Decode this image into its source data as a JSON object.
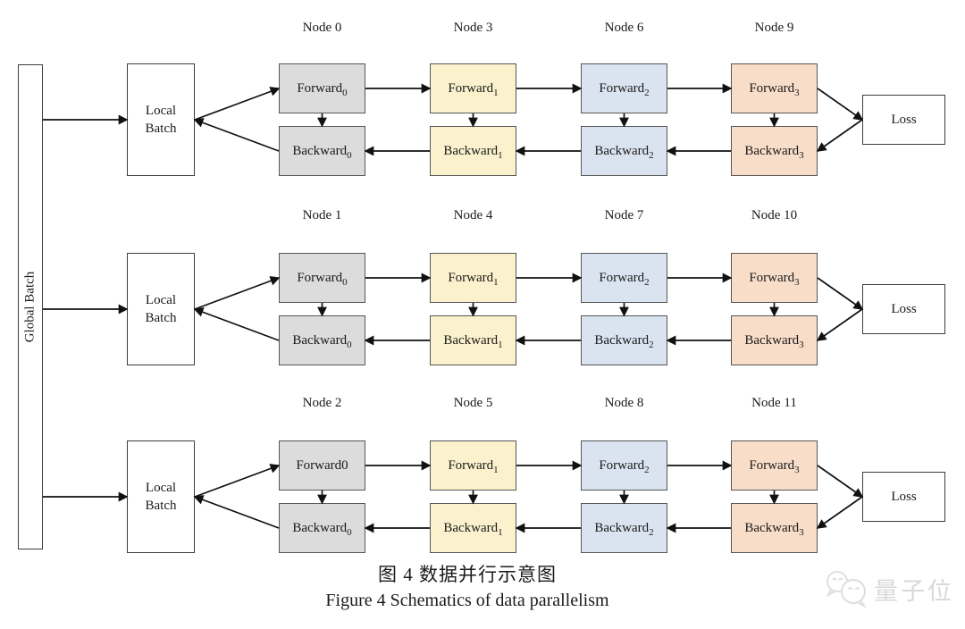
{
  "colors": {
    "node_gray": "#dcdcdc",
    "node_yellow": "#fbf1cc",
    "node_blue": "#dae4f1",
    "node_peach": "#f8ddc9",
    "colored_border": "#565656",
    "plain_border": "#3d3d3d",
    "arrow": "#111111",
    "watermark": "#d8d8d8"
  },
  "global_batch_label": "Global Batch",
  "caption_zh": "图 4  数据并行示意图",
  "caption_en": "Figure 4 Schematics of data parallelism",
  "watermark_text": "量子位",
  "watermark_icon": "wechat-chat-bubbles-icon",
  "rows": [
    {
      "local_batch_label": "Local Batch",
      "loss_label": "Loss",
      "nodes": [
        {
          "label": "Node 0",
          "color": "gray",
          "forward": {
            "base": "Forward",
            "sub": "0"
          },
          "backward": {
            "base": "Backward",
            "sub": "0"
          }
        },
        {
          "label": "Node 3",
          "color": "yellow",
          "forward": {
            "base": "Forward",
            "sub": "1"
          },
          "backward": {
            "base": "Backward",
            "sub": "1"
          }
        },
        {
          "label": "Node 6",
          "color": "blue",
          "forward": {
            "base": "Forward",
            "sub": "2"
          },
          "backward": {
            "base": "Backward",
            "sub": "2"
          }
        },
        {
          "label": "Node 9",
          "color": "peach",
          "forward": {
            "base": "Forward",
            "sub": "3"
          },
          "backward": {
            "base": "Backward",
            "sub": "3"
          }
        }
      ]
    },
    {
      "local_batch_label": "Local Batch",
      "loss_label": "Loss",
      "nodes": [
        {
          "label": "Node 1",
          "color": "gray",
          "forward": {
            "base": "Forward",
            "sub": "0"
          },
          "backward": {
            "base": "Backward",
            "sub": "0"
          }
        },
        {
          "label": "Node 4",
          "color": "yellow",
          "forward": {
            "base": "Forward",
            "sub": "1"
          },
          "backward": {
            "base": "Backward",
            "sub": "1"
          }
        },
        {
          "label": "Node 7",
          "color": "blue",
          "forward": {
            "base": "Forward",
            "sub": "2"
          },
          "backward": {
            "base": "Backward",
            "sub": "2"
          }
        },
        {
          "label": "Node 10",
          "color": "peach",
          "forward": {
            "base": "Forward",
            "sub": "3"
          },
          "backward": {
            "base": "Backward",
            "sub": "3"
          }
        }
      ]
    },
    {
      "local_batch_label": "Local Batch",
      "loss_label": "Loss",
      "nodes": [
        {
          "label": "Node 2",
          "color": "gray",
          "forward": {
            "base": "Forward0",
            "sub": ""
          },
          "backward": {
            "base": "Backward",
            "sub": "0"
          }
        },
        {
          "label": "Node 5",
          "color": "yellow",
          "forward": {
            "base": "Forward",
            "sub": "1"
          },
          "backward": {
            "base": "Backward",
            "sub": "1"
          }
        },
        {
          "label": "Node 8",
          "color": "blue",
          "forward": {
            "base": "Forward",
            "sub": "2"
          },
          "backward": {
            "base": "Backward",
            "sub": "2"
          }
        },
        {
          "label": "Node 11",
          "color": "peach",
          "forward": {
            "base": "Forward",
            "sub": "3"
          },
          "backward": {
            "base": "Backward",
            "sub": "3"
          }
        }
      ]
    }
  ]
}
